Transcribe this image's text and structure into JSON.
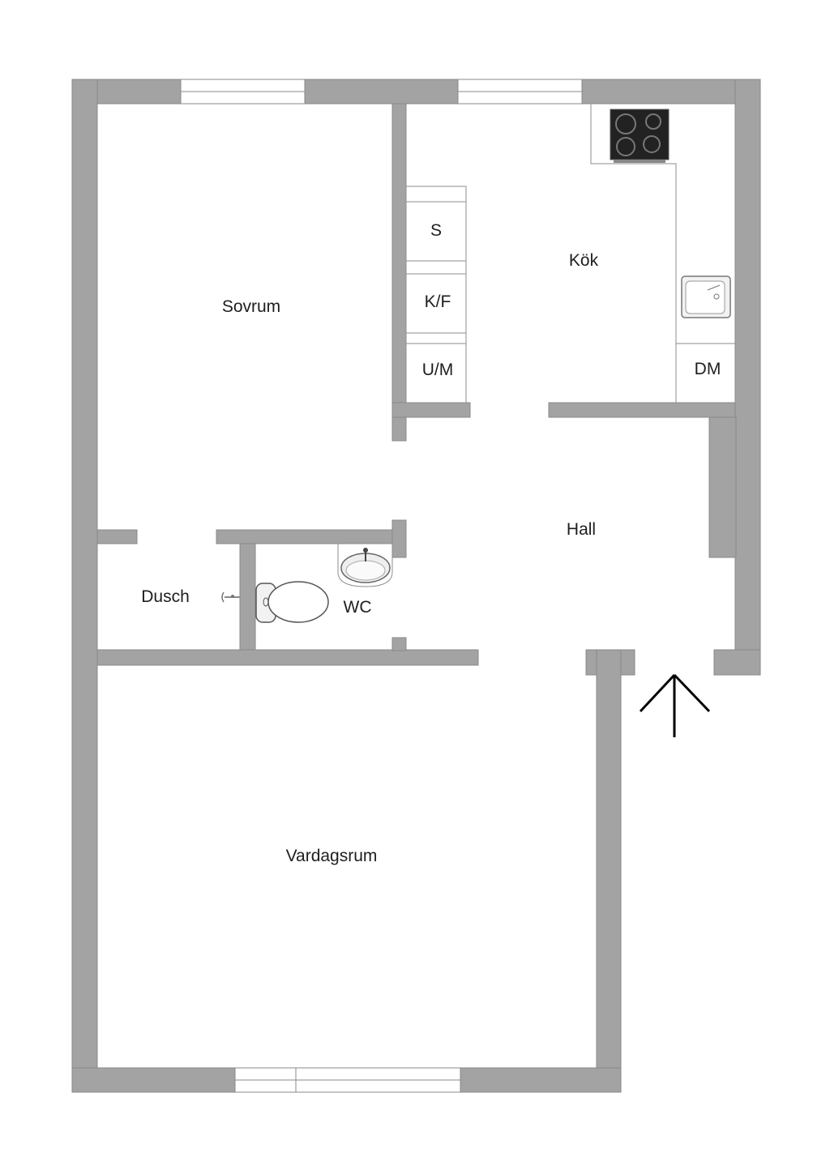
{
  "rooms": {
    "sovrum": "Sovrum",
    "kok": "Kök",
    "hall": "Hall",
    "dusch": "Dusch",
    "wc": "WC",
    "vardagsrum": "Vardagsrum"
  },
  "appliances": {
    "s": "S",
    "kf": "K/F",
    "um": "U/M",
    "dm": "DM"
  },
  "colors": {
    "wall": "#a3a3a3",
    "background": "#ffffff"
  },
  "icons": [
    "stove-icon",
    "kitchen-sink-icon",
    "washbasin-icon",
    "toilet-icon",
    "shower-head-icon",
    "entrance-arrow-icon"
  ]
}
